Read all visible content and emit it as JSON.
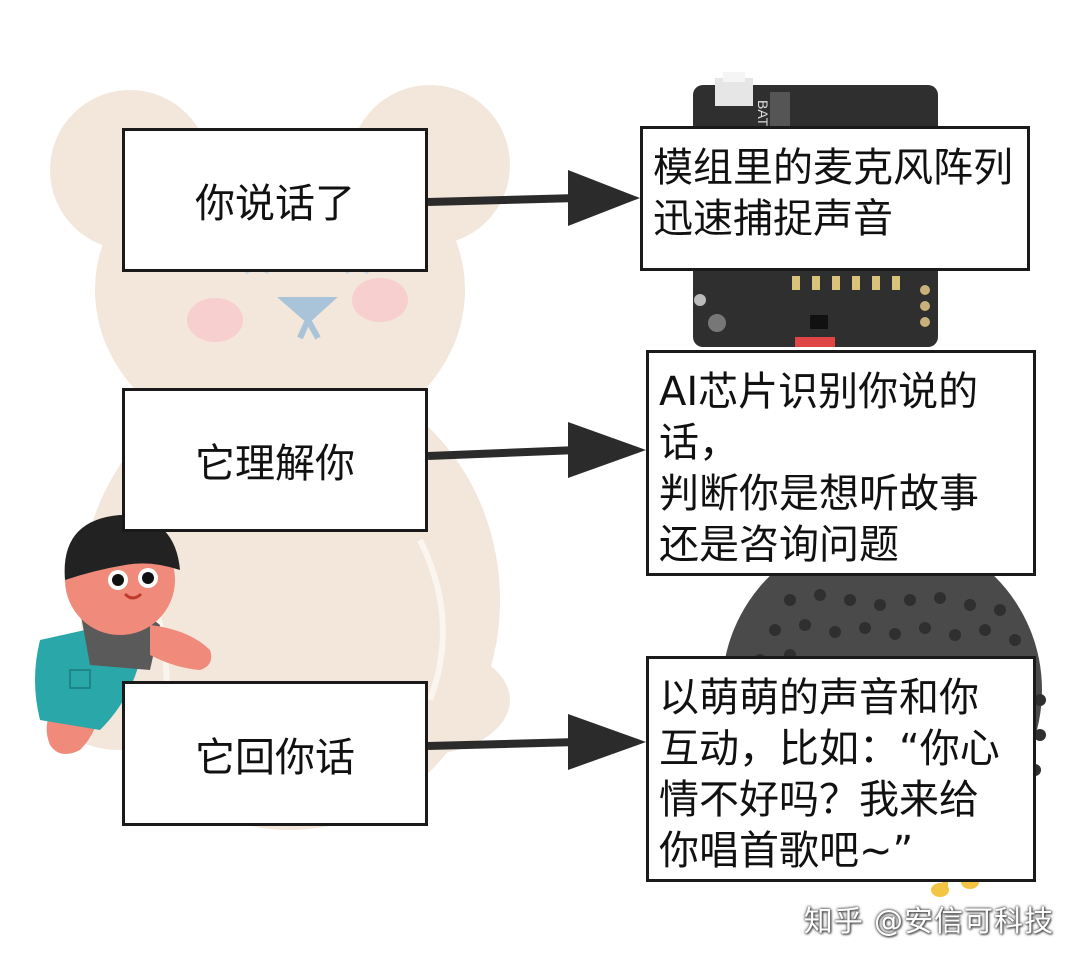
{
  "steps": [
    {
      "trigger": "你说话了",
      "response": "模组里的麦克风阵列\n迅速捕捉声音"
    },
    {
      "trigger": "它理解你",
      "response": "AI芯片识别你说的话，\n判断你是想听故事\n还是咨询问题"
    },
    {
      "trigger": "它回你话",
      "response": "以萌萌的声音和你\n互动，比如：“你心\n情不好吗？我来给\n你唱首歌吧~”"
    }
  ],
  "pcb_label": "BAT",
  "watermark": "知乎 @安信可科技",
  "colors": {
    "border": "#1a1a1a",
    "arrow": "#2b2b2b",
    "bear": "#f3e6da",
    "board": "#2f2f2f"
  }
}
